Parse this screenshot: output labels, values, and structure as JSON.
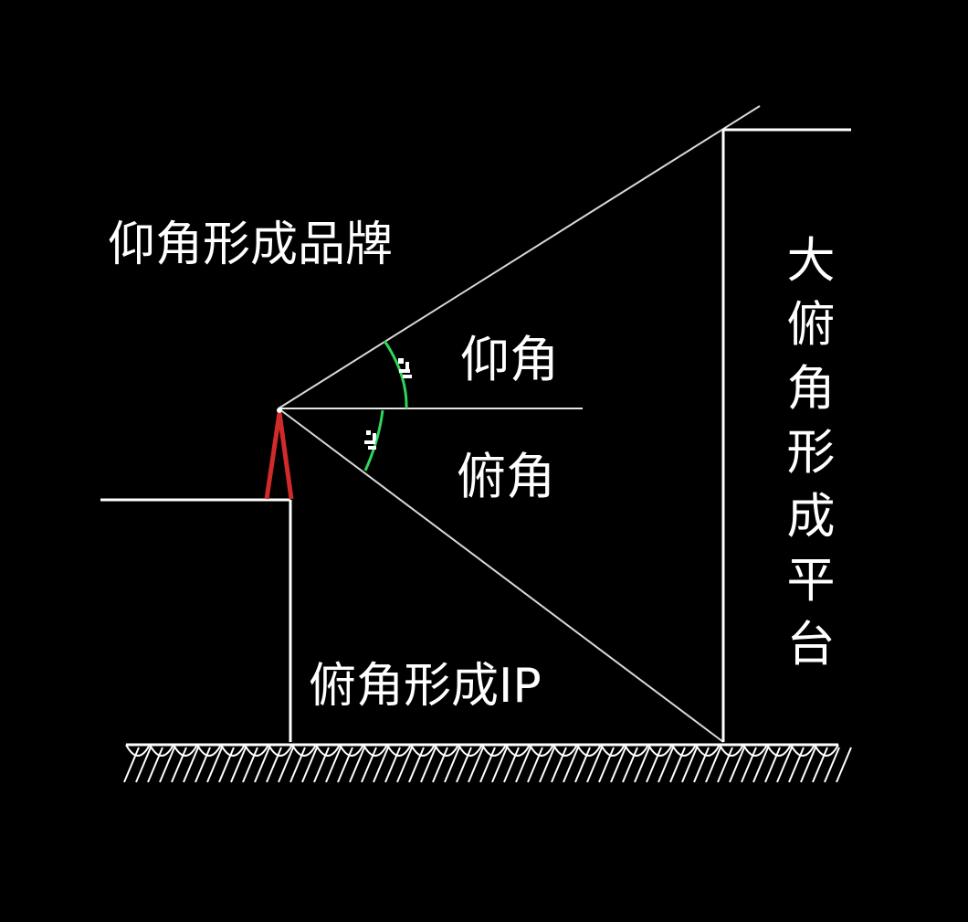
{
  "labels": {
    "upper_left": "仰角形成品牌",
    "lower_middle": "俯角形成IP",
    "right_vertical": "大俯角形成平台",
    "elevation_angle": "仰角",
    "depression_angle": "俯角"
  },
  "colors": {
    "background": "#000000",
    "line": "#ffffff",
    "arc": "#2fd65a",
    "observer": "#d12a2a"
  }
}
